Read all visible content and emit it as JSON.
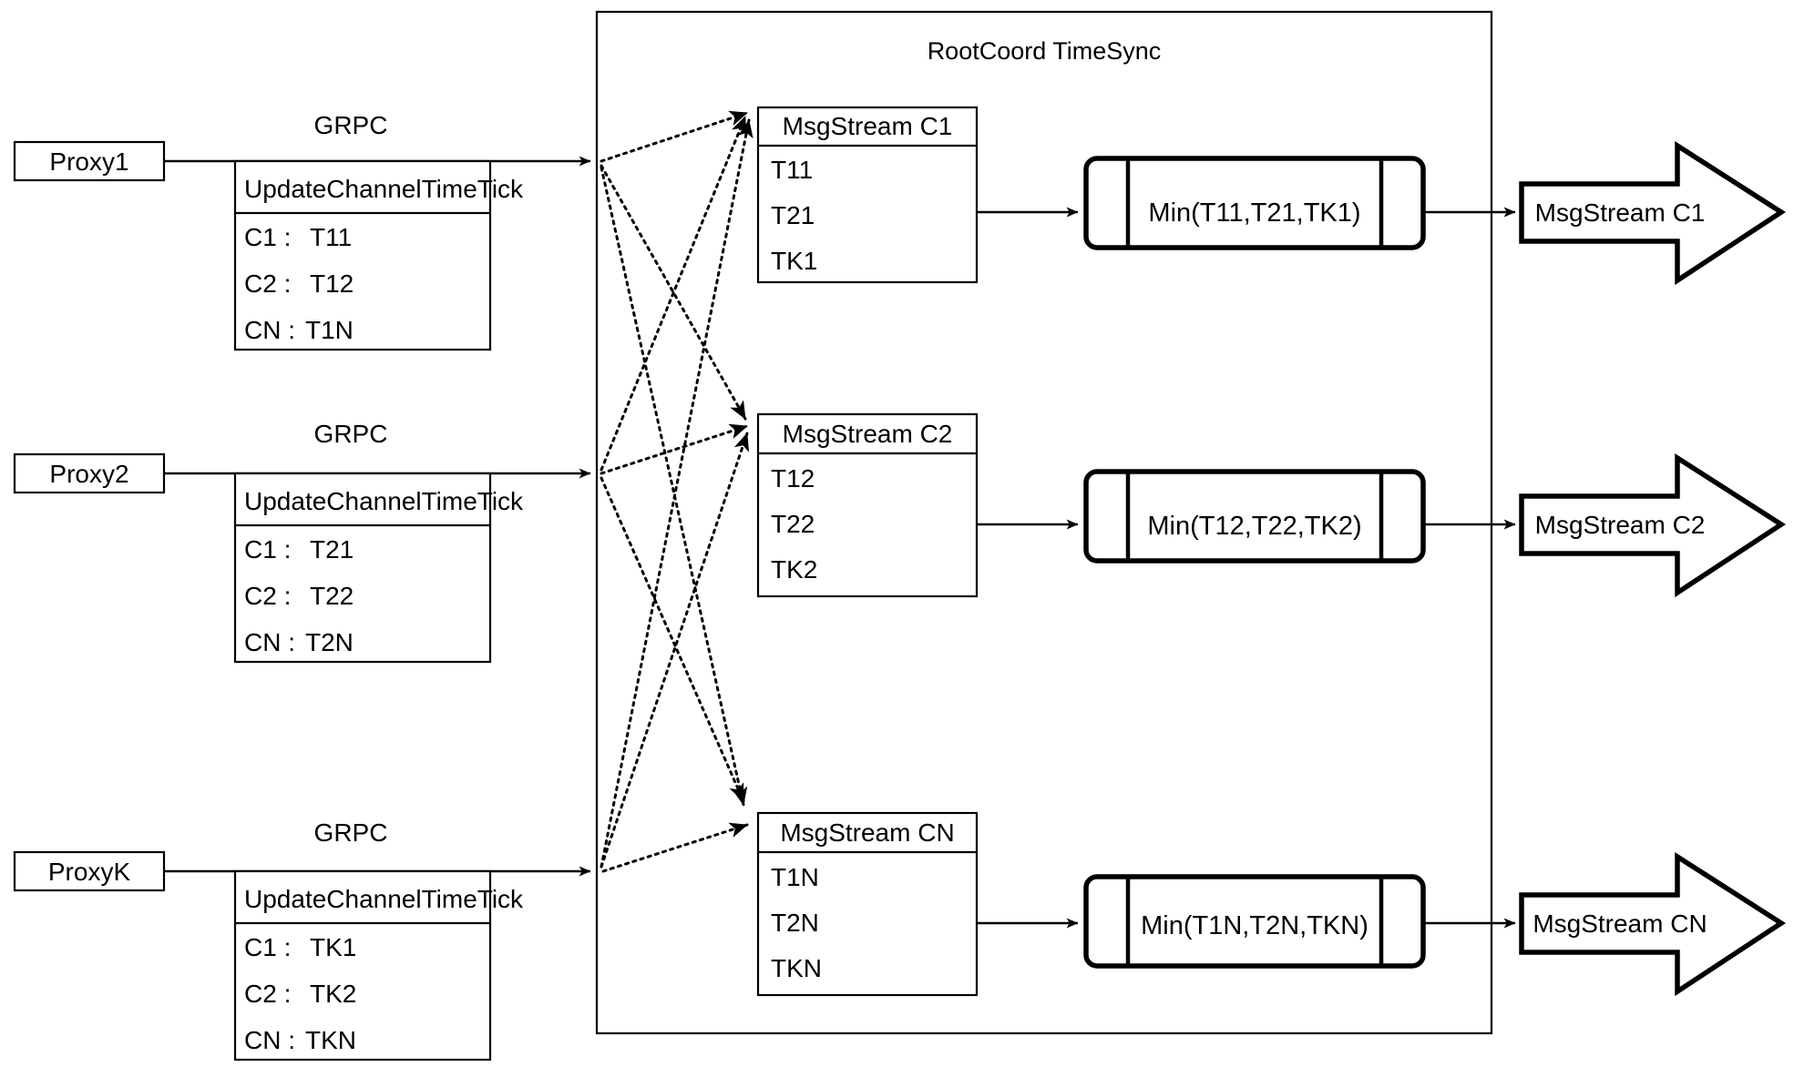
{
  "diagram": {
    "container_title": "RootCoord TimeSync",
    "protocol_label": "GRPC",
    "rpc_box_header": "UpdateChannelTimeTick",
    "proxies": [
      {
        "name": "Proxy1",
        "protocol": "GRPC",
        "rpc_header": "UpdateChannelTimeTick",
        "rows": [
          {
            "channel": "C1 : ",
            "tick": "T11"
          },
          {
            "channel": "C2 : ",
            "tick": "T12"
          },
          {
            "channel": "CN : ",
            "tick": "T1N"
          }
        ]
      },
      {
        "name": "Proxy2",
        "protocol": "GRPC",
        "rpc_header": "UpdateChannelTimeTick",
        "rows": [
          {
            "channel": "C1 : ",
            "tick": "T21"
          },
          {
            "channel": "C2 : ",
            "tick": "T22"
          },
          {
            "channel": "CN : ",
            "tick": "T2N"
          }
        ]
      },
      {
        "name": "ProxyK",
        "protocol": "GRPC",
        "rpc_header": "UpdateChannelTimeTick",
        "rows": [
          {
            "channel": "C1 : ",
            "tick": "TK1"
          },
          {
            "channel": "C2 : ",
            "tick": "TK2"
          },
          {
            "channel": "CN : ",
            "tick": "TKN"
          }
        ]
      }
    ],
    "channels": [
      {
        "msgstream_title": "MsgStream C1",
        "ticks": [
          "T11",
          "T21",
          "TK1"
        ],
        "min_label": "Min(T11,T21,TK1)",
        "output_label": "MsgStream C1"
      },
      {
        "msgstream_title": "MsgStream C2",
        "ticks": [
          "T12",
          "T22",
          "TK2"
        ],
        "min_label": "Min(T12,T22,TK2)",
        "output_label": "MsgStream C2"
      },
      {
        "msgstream_title": "MsgStream CN",
        "ticks": [
          "T1N",
          "T2N",
          "TKN"
        ],
        "min_label": "Min(T1N,T2N,TKN)",
        "output_label": "MsgStream CN"
      }
    ],
    "colors": {
      "stroke": "#000000",
      "fill": "#ffffff",
      "background": "#ffffff"
    }
  }
}
